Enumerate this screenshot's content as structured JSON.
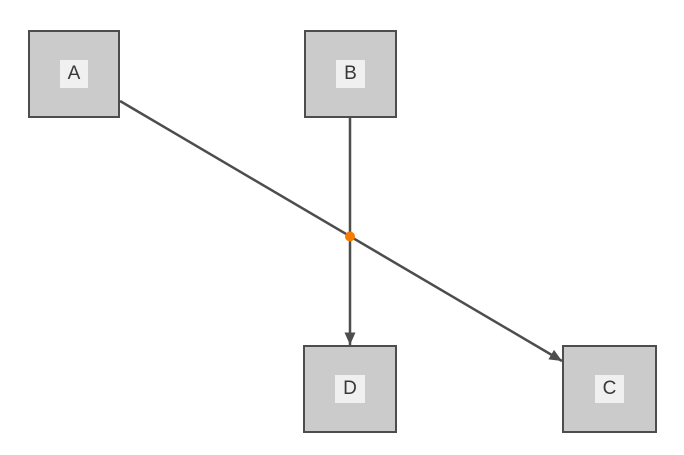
{
  "diagram": {
    "nodes": [
      {
        "id": "A",
        "label": "A"
      },
      {
        "id": "B",
        "label": "B"
      },
      {
        "id": "C",
        "label": "C"
      },
      {
        "id": "D",
        "label": "D"
      }
    ],
    "edges": [
      {
        "from": "A",
        "to": "C",
        "style": "arrow"
      },
      {
        "from": "B",
        "to": "D",
        "style": "arrow"
      }
    ],
    "junction": {
      "between": "edge A-C and edge B-D crossing point",
      "color": "#f57c00"
    },
    "colors": {
      "background": "#ffffff",
      "node_fill": "#cbcbcb",
      "node_border": "#4d4d4d",
      "label_background": "#f0f0f0",
      "label_text": "#383838",
      "edge": "#4d4d4d"
    }
  }
}
